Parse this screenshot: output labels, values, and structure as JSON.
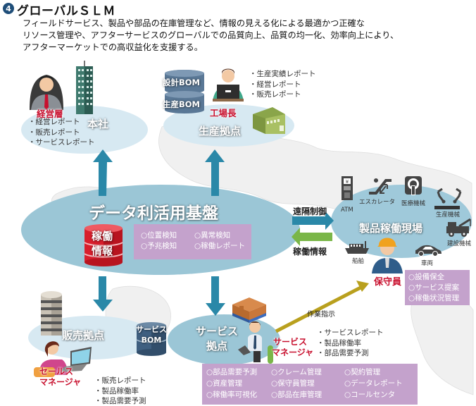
{
  "header": {
    "number": "4",
    "title": "グローバルＳＬＭ",
    "description_lines": [
      "フィールドサービス、製品や部品の在庫管理など、情報の見える化による最適かつ正確な",
      "リソース管理や、アフターサービスのグローバルでの品質向上、品質の均一化、効率向上により、",
      "アフターマーケットでの高収益化を支援する。"
    ]
  },
  "colors": {
    "ellipse_light": "#d7e9f2",
    "ellipse_mid": "#9bc6d6",
    "arrow_blue": "#2a88a8",
    "arrow_green": "#7ab648",
    "arrow_gold": "#b9a01e",
    "label_red": "#c8102e",
    "purple_box": "#c4a2cc",
    "db_red": "#d81e2c",
    "db_navy": "#3f5f80"
  },
  "headquarters": {
    "node_label": "本社",
    "role": "経営層",
    "reports": [
      "経営レポート",
      "販売レポート",
      "サービスレポート"
    ]
  },
  "production": {
    "node_label": "生産拠点",
    "role": "工場長",
    "databases": [
      "設計BOM",
      "生産BOM"
    ],
    "reports": [
      "生産実績レポート",
      "経営レポート",
      "販売レポート"
    ]
  },
  "core": {
    "title": "データ利活用基盤",
    "database_label_lines": [
      "稼働",
      "情報"
    ],
    "functions": [
      "位置検知",
      "異常検知",
      "予兆検知",
      "稼働レポート"
    ]
  },
  "links": {
    "remote_control": "遠隔制御",
    "operation_info": "稼働情報",
    "work_instruction": "作業指示"
  },
  "field": {
    "node_label": "製品稼働現場",
    "equipment": [
      "ATM",
      "エスカレータ",
      "医療機械",
      "生産機械",
      "建設機械",
      "車両",
      "船舶"
    ],
    "role": "保守員",
    "tasks": [
      "設備保全",
      "サービス提案",
      "稼働状況管理"
    ]
  },
  "sales": {
    "node_label": "販売拠点",
    "role_lines": [
      "セールス",
      "マネージャ"
    ],
    "reports": [
      "販売レポート",
      "製品稼働率",
      "製品需要予測"
    ]
  },
  "service": {
    "node_label_lines": [
      "サービス",
      "拠点"
    ],
    "database_label_lines": [
      "サービス",
      "BOM"
    ],
    "role_lines": [
      "サービス",
      "マネージャ"
    ],
    "reports": [
      "サービスレポート",
      "製品稼働率",
      "部品需要予測"
    ],
    "functions": [
      [
        "部品需要予測",
        "クレーム管理",
        "契約管理"
      ],
      [
        "資産管理",
        "保守員管理",
        "データレポート"
      ],
      [
        "稼働率可視化",
        "部品在庫管理",
        "コールセンタ"
      ]
    ]
  }
}
